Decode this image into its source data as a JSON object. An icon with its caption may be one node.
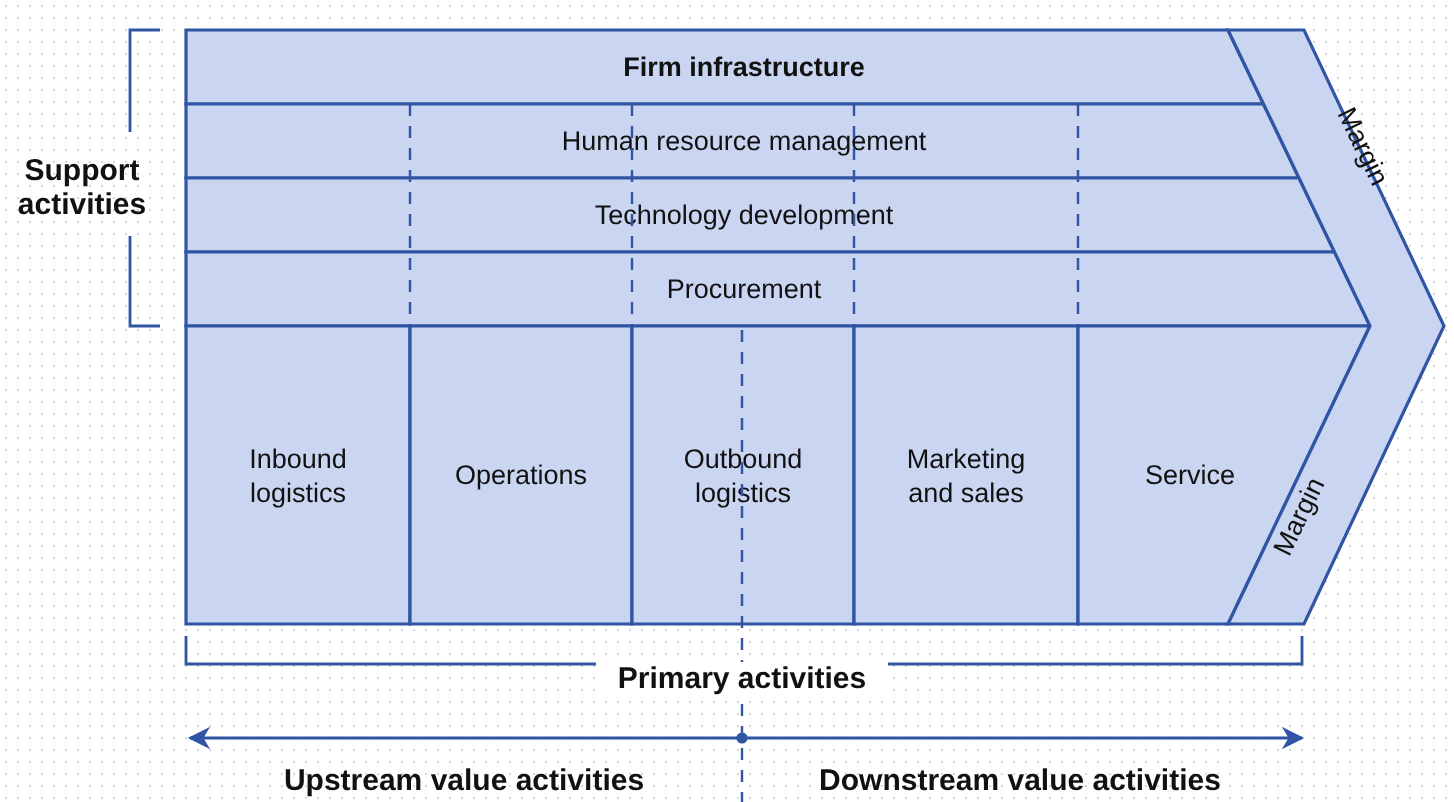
{
  "diagram": {
    "nodes": [
      {
        "text": [
          "Firm infrastructure"
        ]
      },
      {
        "text": [
          "Human resource management"
        ]
      },
      {
        "text": [
          "Technology development"
        ]
      },
      {
        "text": [
          "Procurement"
        ]
      },
      {
        "text": [
          "Inbound logistics"
        ]
      },
      {
        "text": [
          "Operations"
        ]
      },
      {
        "text": [
          "Outbound logistics"
        ]
      },
      {
        "text": [
          "Marketing and sales"
        ]
      },
      {
        "text": [
          "Service"
        ]
      },
      {
        "text": [
          "Margin",
          "Margin"
        ]
      }
    ],
    "labels": [
      "Support activities",
      "Primary activities",
      "Upstream value activities",
      "Downstream value activities"
    ]
  }
}
